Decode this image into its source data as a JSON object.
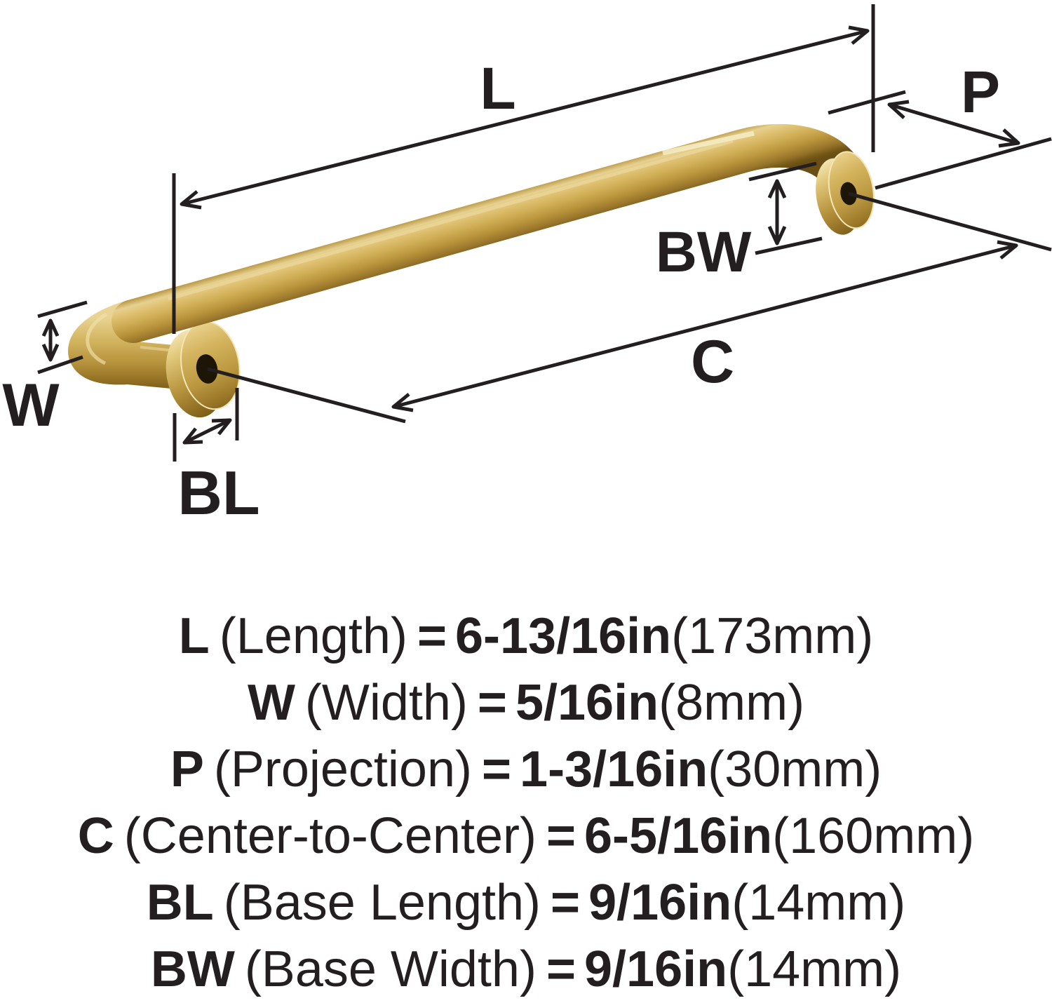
{
  "diagram": {
    "labels": {
      "length": "L",
      "width": "W",
      "projection": "P",
      "center": "C",
      "base_length": "BL",
      "base_width": "BW"
    }
  },
  "legend": {
    "rows": [
      {
        "symbol": "L",
        "name": "(Length)",
        "eq": "=",
        "value": "6-13/16in",
        "metric": "(173mm)"
      },
      {
        "symbol": "W",
        "name": "(Width)",
        "eq": "=",
        "value": "5/16in",
        "metric": "(8mm)"
      },
      {
        "symbol": "P",
        "name": "(Projection)",
        "eq": "=",
        "value": "1-3/16in",
        "metric": "(30mm)"
      },
      {
        "symbol": "C",
        "name": "(Center-to-Center)",
        "eq": "=",
        "value": "6-5/16in",
        "metric": "(160mm)"
      },
      {
        "symbol": "BL",
        "name": "(Base Length)",
        "eq": "=",
        "value": "9/16in",
        "metric": "(14mm)"
      },
      {
        "symbol": "BW",
        "name": "(Base Width)",
        "eq": "=",
        "value": "9/16in",
        "metric": "(14mm)"
      }
    ]
  },
  "colors": {
    "line": "#231f20",
    "brass_light": "#ecd9a0",
    "brass_mid": "#c9a74e",
    "brass_dark": "#8a671c",
    "background": "#ffffff"
  }
}
